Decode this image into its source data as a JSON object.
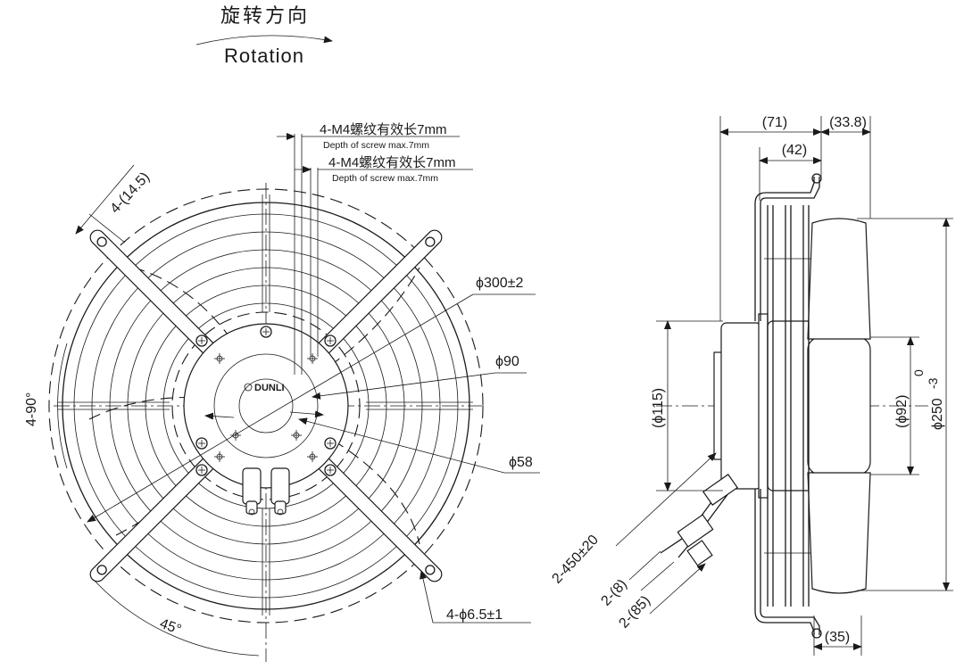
{
  "rotation": {
    "zh": "旋转方向",
    "en": "Rotation"
  },
  "front_view": {
    "screw_note_1": {
      "zh": "4-M4螺纹有效长7mm",
      "en": "Depth of screw max.7mm"
    },
    "screw_note_2": {
      "zh": "4-M4螺纹有效长7mm",
      "en": "Depth of screw max.7mm"
    },
    "dim_slot_width": "4-(14.5)",
    "dim_outer_dia": "ϕ300±2",
    "dim_hub_dia": "ϕ90",
    "dim_inner_dia": "ϕ58",
    "dim_angle_4x90": "4-90°",
    "dim_angle_45": "45°",
    "dim_mount_holes": "4-ϕ6.5±1",
    "brand": "DUNLI"
  },
  "side_view": {
    "dim_71": "(71)",
    "dim_33_8": "(33.8)",
    "dim_42": "(42)",
    "dim_115": "(ϕ115)",
    "dim_92": "(ϕ92)",
    "dim_250": "ϕ250",
    "tol_250_upper": "0",
    "tol_250_lower": "-3",
    "dim_cable": "2-450±20",
    "dim_8": "2-(8)",
    "dim_85": "2-(85)",
    "dim_35": "(35)"
  }
}
